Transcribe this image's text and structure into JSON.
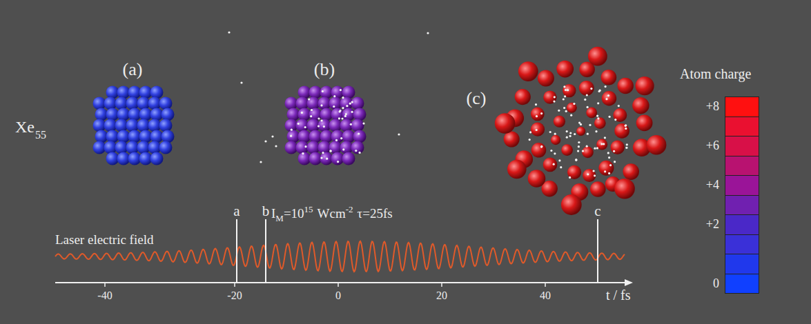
{
  "diagram": {
    "labels": [
      "(a)",
      "(b)",
      "(c)",
      "Xe",
      "55",
      "Laser electric field",
      "a",
      "b",
      "I",
      "M",
      "=10",
      "15",
      "Wcm",
      "-2",
      "τ=25fs",
      "c",
      "-40",
      "-20",
      "0",
      "20",
      "40",
      "t / fs",
      "Atom charge"
    ],
    "legend": [
      {
        "text": "+8",
        "color": "#ff1010"
      },
      {
        "text": "+6",
        "color": "#d81048"
      },
      {
        "text": "+4",
        "color": "#9a1498"
      },
      {
        "text": "+2",
        "color": "#4a28c8"
      },
      {
        "text": "0",
        "color": "#1040ff"
      }
    ]
  }
}
